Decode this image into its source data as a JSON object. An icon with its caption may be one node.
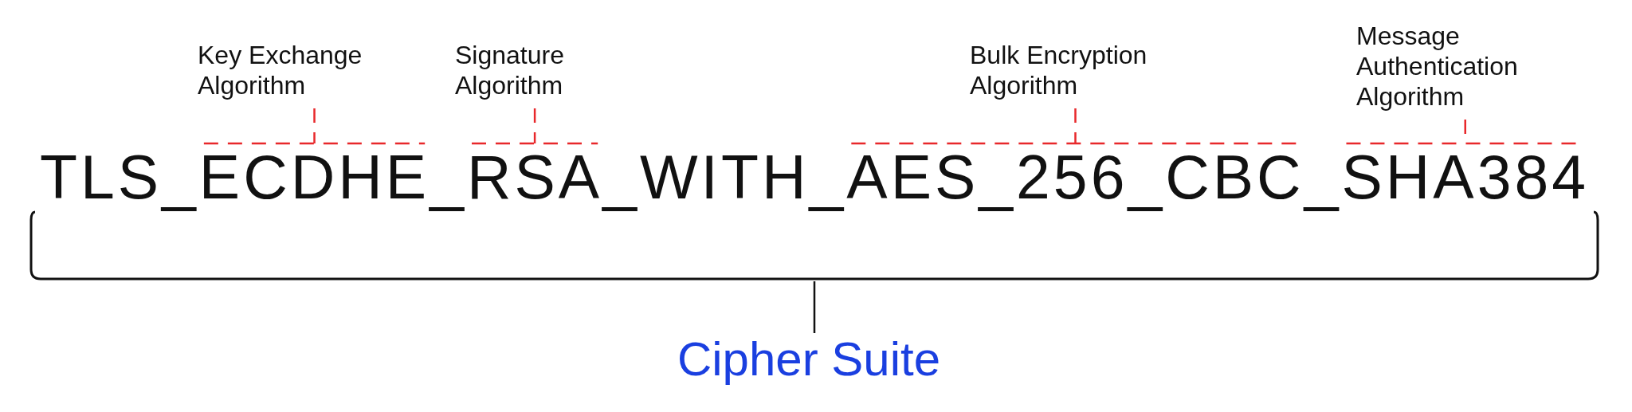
{
  "diagram": {
    "nodes": [
      {
        "text": [
          "Key Exchange Algorithm"
        ]
      },
      {
        "text": [
          "Signature Algorithm"
        ]
      },
      {
        "text": [
          "Bulk Encryption Algorithm"
        ]
      },
      {
        "text": [
          "Message Authentication Algorithm"
        ]
      },
      {
        "text": [],
        "shape": "bracket"
      },
      {
        "text": [
          "TLS_"
        ],
        "in": 4
      },
      {
        "text": [
          "ECDHE"
        ],
        "in": 4
      },
      {
        "text": [
          "_"
        ],
        "in": 4
      },
      {
        "text": [
          "RSA"
        ],
        "in": 4
      },
      {
        "text": [
          "_WITH_"
        ],
        "in": 4
      },
      {
        "text": [
          "AES_256_CBC"
        ],
        "in": 4
      },
      {
        "text": [
          "_"
        ],
        "in": 4
      },
      {
        "text": [
          "SHA384"
        ],
        "in": 4
      },
      {
        "text": [
          "Cipher Suite"
        ]
      }
    ],
    "edges": [
      {
        "from": 0,
        "to": 6,
        "arrow": "none",
        "style": "dashed",
        "color": "#e8282b"
      },
      {
        "from": 1,
        "to": 8,
        "arrow": "none",
        "style": "dashed",
        "color": "#e8282b"
      },
      {
        "from": 2,
        "to": 10,
        "arrow": "none",
        "style": "dashed",
        "color": "#e8282b"
      },
      {
        "from": 3,
        "to": 12,
        "arrow": "none",
        "style": "dashed",
        "color": "#e8282b"
      },
      {
        "from": 13,
        "to": 4,
        "arrow": "none",
        "color": "#111111"
      }
    ]
  }
}
